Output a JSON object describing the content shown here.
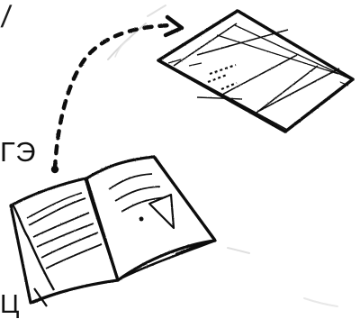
{
  "text": {
    "top_fragment": "/",
    "middle_fragment": "ГЭ",
    "bottom_fragment": "Ц"
  },
  "colors": {
    "ink": "#111111",
    "paper": "#ffffff",
    "soft_shadow": "#cfcfcf"
  },
  "icons": {
    "main_illustration": "sketch-book-to-sheet",
    "arrow": "dashed-arrow",
    "book": "open-book",
    "sheet": "tilted-sheet"
  }
}
